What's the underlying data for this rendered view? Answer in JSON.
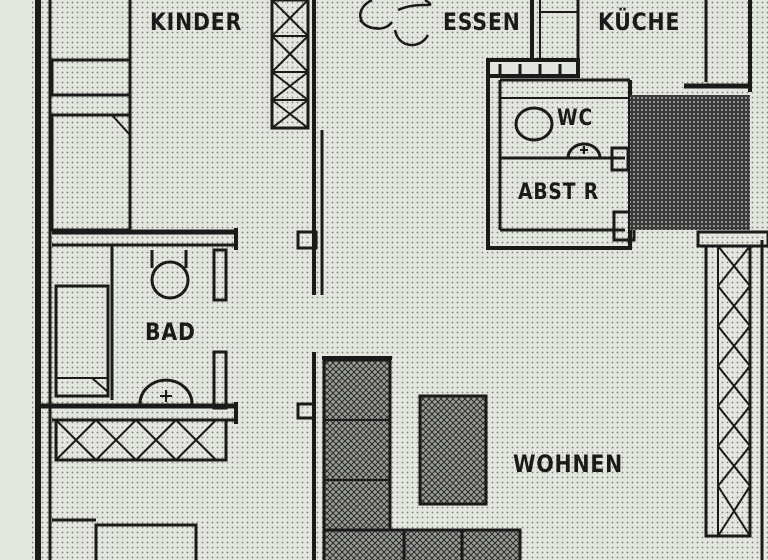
{
  "rooms": {
    "kinder": "KINDER",
    "essen": "ESSEN",
    "kuche": "KÜCHE",
    "wc": "WC",
    "abstr": "ABST R",
    "bad": "BAD",
    "wohnen": "WOHNEN"
  },
  "colors": {
    "paper": "#dfe4dc",
    "ink": "#1a1a1a",
    "dark_hatch": "#2a2a2a"
  }
}
